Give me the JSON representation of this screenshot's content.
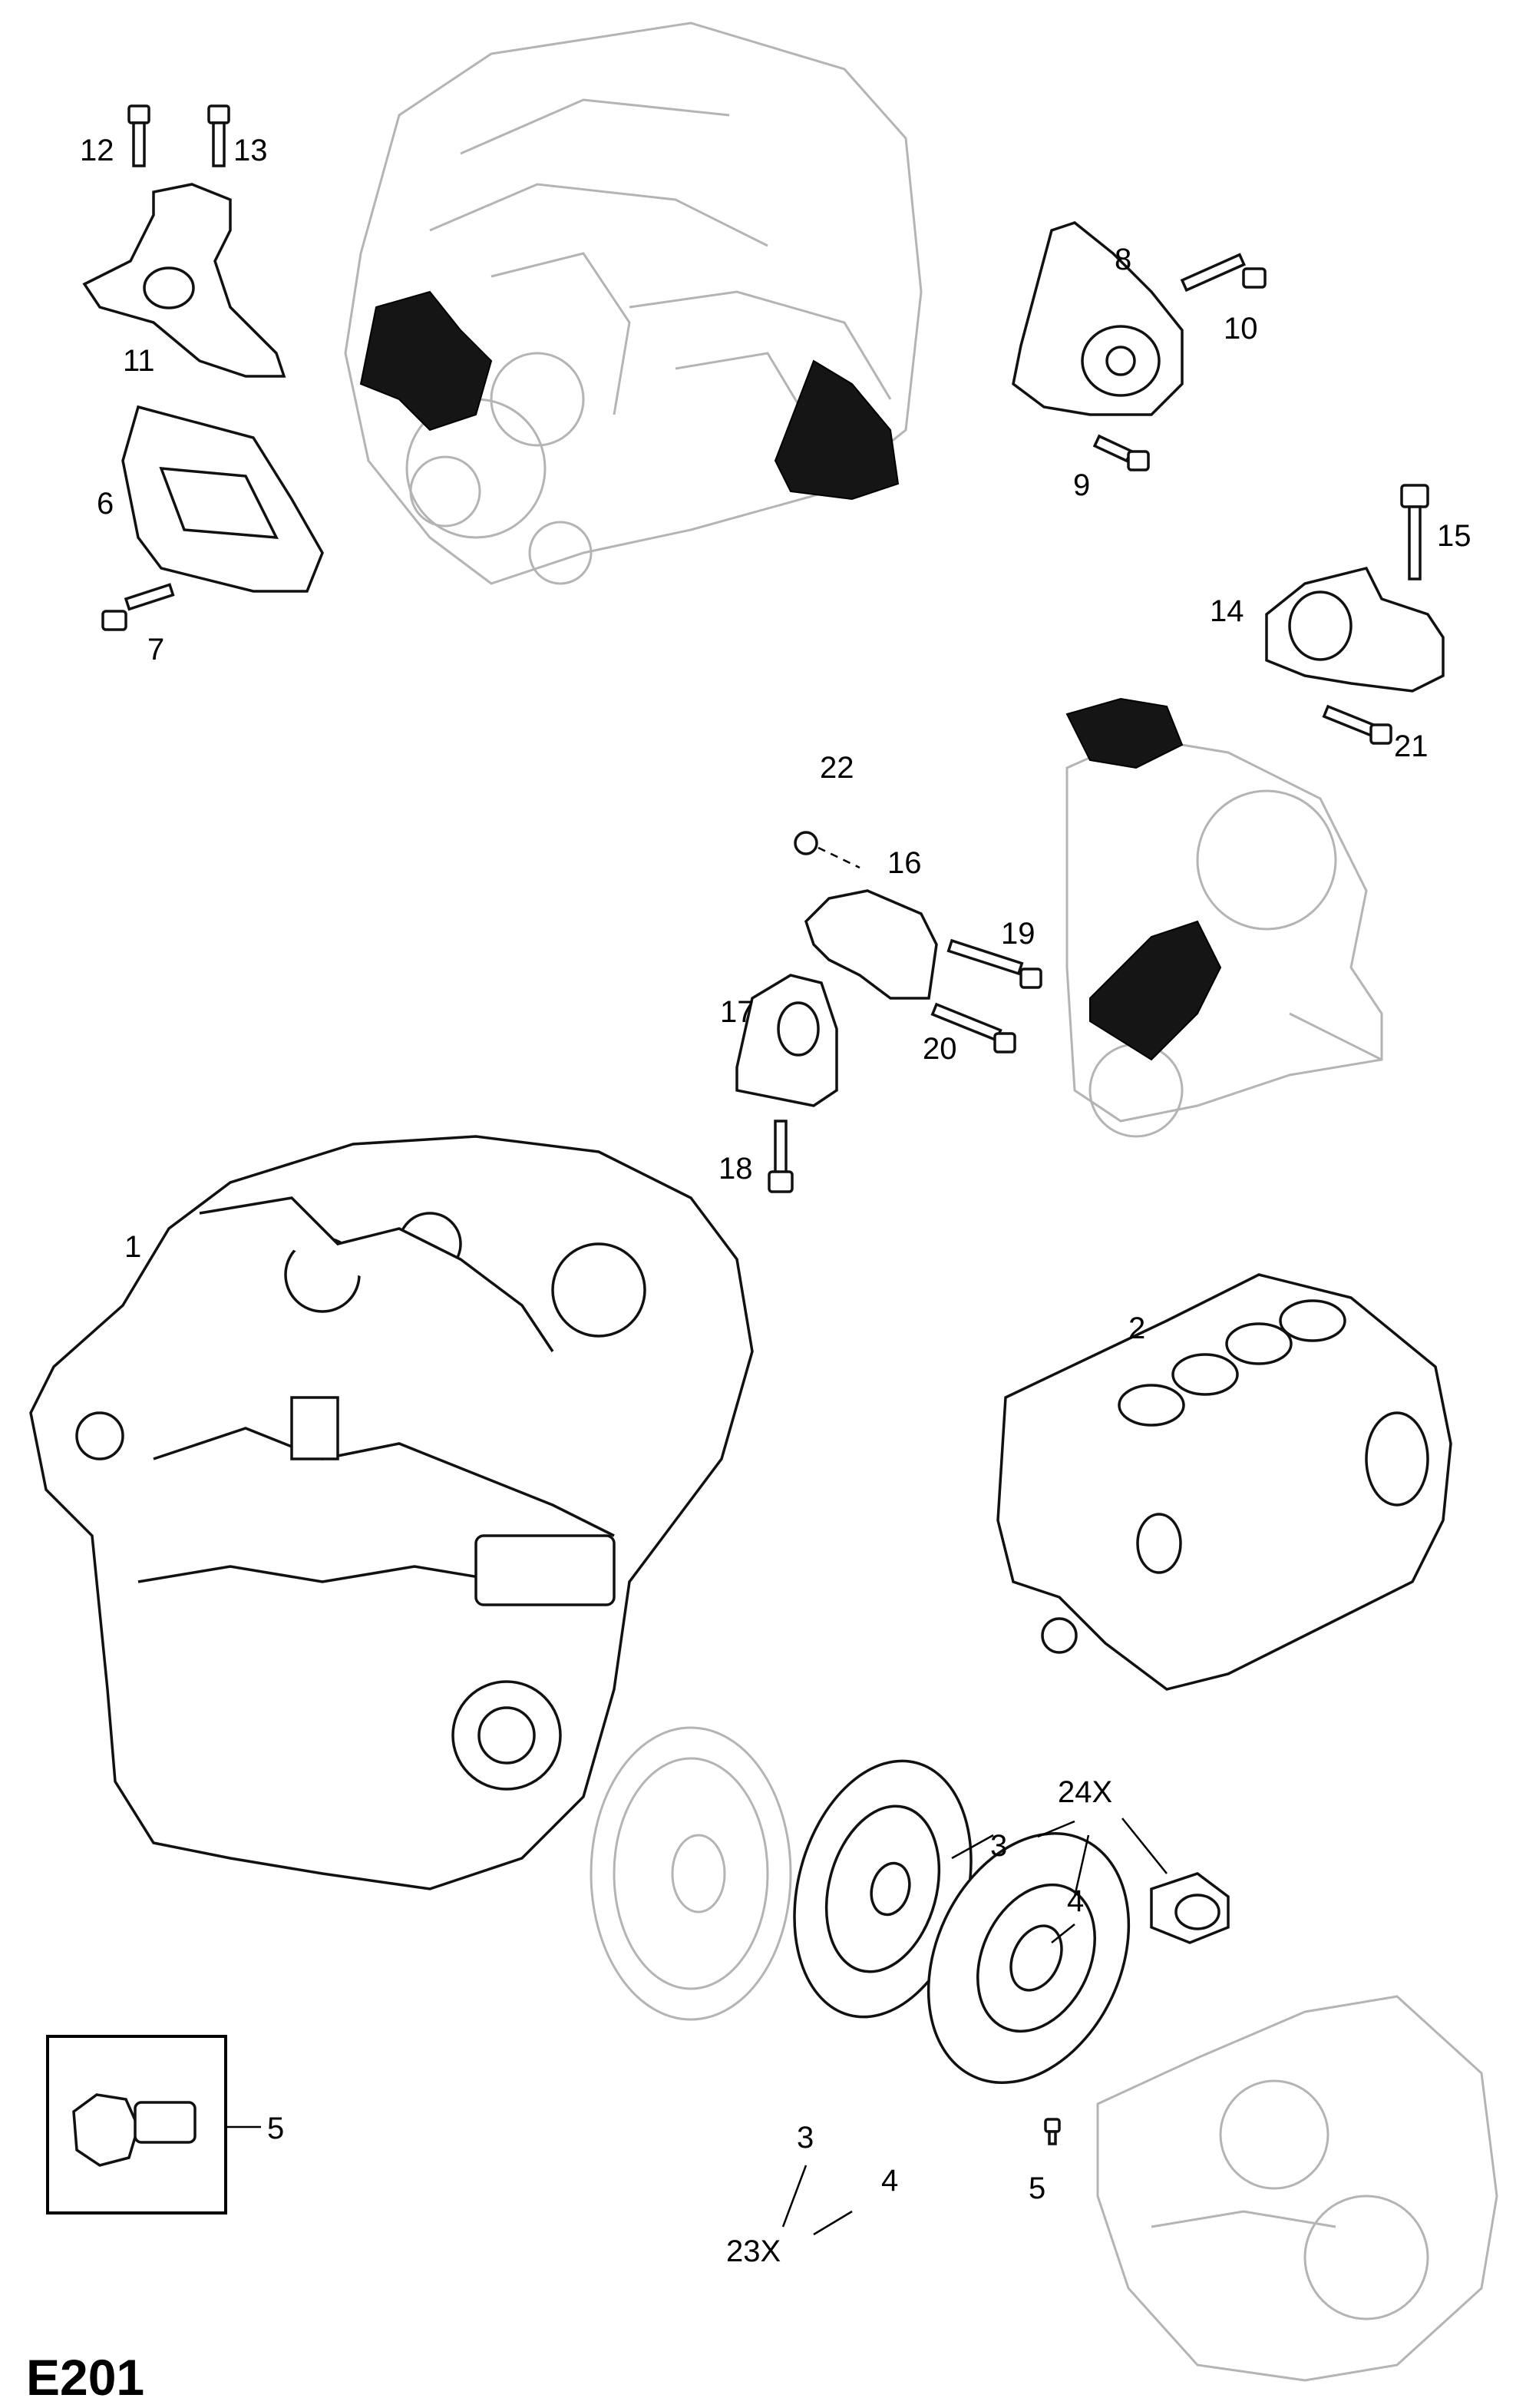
{
  "page_code": "E201",
  "callouts": {
    "c12": "12",
    "c13": "13",
    "c11": "11",
    "c6": "6",
    "c7": "7",
    "c8": "8",
    "c10": "10",
    "c9": "9",
    "c15": "15",
    "c14": "14",
    "c21": "21",
    "c22": "22",
    "c16": "16",
    "c19": "19",
    "c17": "17",
    "c20": "20",
    "c18": "18",
    "c1": "1",
    "c2": "2",
    "c24x": "24X",
    "c3a": "3",
    "c4a": "4",
    "c5box": "5",
    "c3b": "3",
    "c4b": "4",
    "c5b": "5",
    "c23x": "23X"
  }
}
